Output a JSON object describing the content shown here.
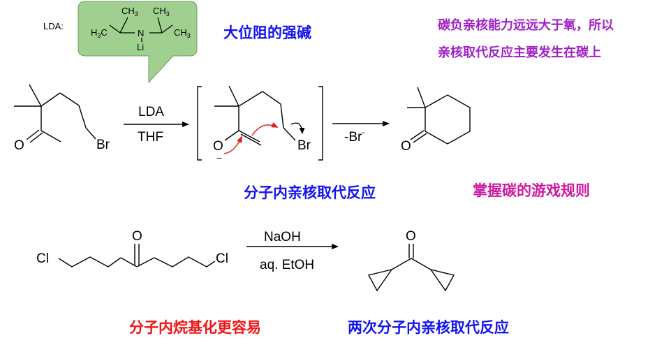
{
  "lda": {
    "label": "LDA:",
    "ch3_tl": "CH",
    "ch3_tl_sub": "3",
    "ch3_tr": "CH",
    "ch3_tr_sub": "3",
    "h3c_l": "H",
    "h3c_l_sub": "3",
    "h3c_l_c": "C",
    "ch3_r": "CH",
    "ch3_r_sub": "3",
    "n": "N",
    "li": "Li"
  },
  "notes": {
    "bulky_base": "大位阻的强碱",
    "carbon_nucleophile_line1": "碳负亲核能力远远大于氧，所以",
    "carbon_nucleophile_line2": "亲核取代反应主要发生在碳上",
    "intramolecular_sn": "分子内亲核取代反应",
    "master_rules": "掌握碳的游戏规则",
    "intramolecular_alkylation": "分子内烷基化更容易",
    "double_intramolecular_sn": "两次分子内亲核取代反应"
  },
  "reaction1": {
    "reagent_top": "LDA",
    "reagent_bottom": "THF",
    "start_o": "O",
    "start_br": "Br",
    "int_o": "O",
    "int_minus": "−",
    "int_br": "Br",
    "loss": "-Br",
    "loss_sup": "-",
    "prod_o": "O"
  },
  "reaction2": {
    "reagent_top": "NaOH",
    "reagent_bottom": "aq. EtOH",
    "cl_left": "Cl",
    "cl_right": "Cl",
    "o_top": "O",
    "prod_o": "O"
  },
  "colors": {
    "bubble_fill": "#9fd08f",
    "bubble_stroke": "#6c9c62",
    "blue": "#1414f0",
    "purple": "#a020c8",
    "magenta": "#cc1aa0",
    "red": "#f01414",
    "curved_arrow_red": "#e0201a"
  }
}
